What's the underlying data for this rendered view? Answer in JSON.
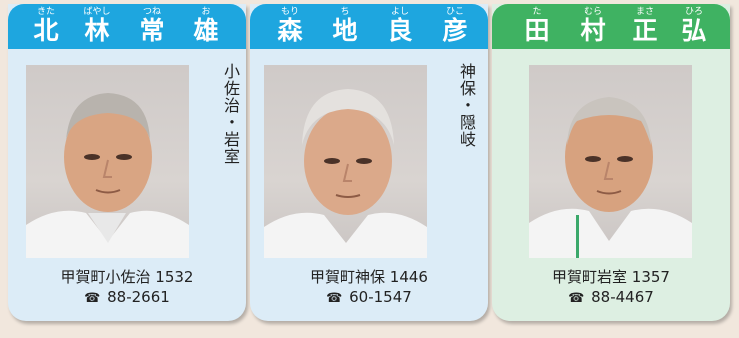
{
  "cards": [
    {
      "color": "#1ea6df",
      "name": [
        {
          "kanji": "北",
          "ruby": "きた"
        },
        {
          "kanji": "林",
          "ruby": "ばやし"
        },
        {
          "kanji": "常",
          "ruby": "つね"
        },
        {
          "kanji": "雄",
          "ruby": "お"
        }
      ],
      "area": "小佐治・岩室",
      "address": "甲賀町小佐治 1532",
      "phone_icon": "☎",
      "phone": "88-2661"
    },
    {
      "color": "#1ea6df",
      "name": [
        {
          "kanji": "森",
          "ruby": "もり"
        },
        {
          "kanji": "地",
          "ruby": "ち"
        },
        {
          "kanji": "良",
          "ruby": "よし"
        },
        {
          "kanji": "彦",
          "ruby": "ひこ"
        }
      ],
      "area": "神保・隠岐",
      "address": "甲賀町神保 1446",
      "phone_icon": "☎",
      "phone": "60-1547"
    },
    {
      "color": "#3fb262",
      "name": [
        {
          "kanji": "田",
          "ruby": "た"
        },
        {
          "kanji": "村",
          "ruby": "むら"
        },
        {
          "kanji": "正",
          "ruby": "まさ"
        },
        {
          "kanji": "弘",
          "ruby": "ひろ"
        }
      ],
      "area": "",
      "address": "甲賀町岩室 1357",
      "phone_icon": "☎",
      "phone": "88-4467"
    }
  ]
}
